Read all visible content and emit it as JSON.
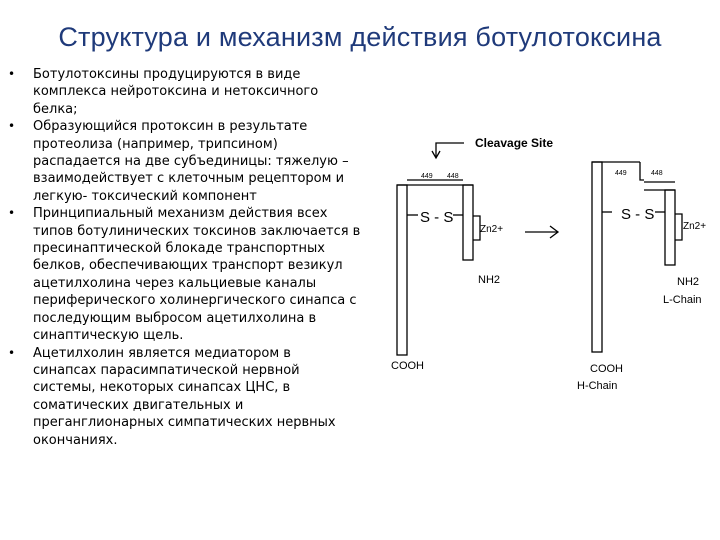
{
  "slide": {
    "title": "Структура и механизм действия ботулотоксина",
    "bullets": [
      {
        "marker": "•",
        "text": "Ботулотоксины продуцируются в виде\nкомплекса нейротоксина и нетоксичного\nбелка;"
      },
      {
        "marker": "•",
        "text": "Образующийся протоксин в результате\nпротеолиза (например, трипсином)\nраспадается на две субъединицы: тяжелую –\nвзаимодействует с клеточным рецептором и\nлегкую- токсический компонент"
      },
      {
        "marker": "•",
        "text": "Принципиальный механизм действия всех\nтипов ботулинических токсинов заключается в\nпресинаптической блокаде транспортных\nбелков, обеспечивающих транспорт везикул\nацетилхолина через кальциевые каналы\nпериферического холинергического синапса с\nпоследующим выбросом ацетилхолина в\nсинаптическую щель."
      },
      {
        "marker": "•",
        "text": " Ацетилхолин является медиатором в\nсинапсах парасимпатической нервной\nсистемы, некоторых синапсах ЦНС, в\nсоматических двигательных и\nпреганглионарных симпатических нервных\nокончаниях."
      }
    ]
  },
  "diagram": {
    "cleavage_site_label": "Cleavage Site",
    "left": {
      "residue_a": "449",
      "residue_b": "448",
      "disulfide": "S - S",
      "zinc": "Zn2+",
      "nh2": "NH2",
      "cooh": "COOH"
    },
    "right": {
      "residue_a": "449",
      "residue_b": "448",
      "disulfide": "S - S",
      "zinc": "Zn2+",
      "nh2": "NH2",
      "light_chain": "L-Chain",
      "cooh": "COOH",
      "heavy_chain": "H-Chain"
    },
    "colors": {
      "title": "#1f3a7a",
      "lines": "#000000"
    }
  }
}
